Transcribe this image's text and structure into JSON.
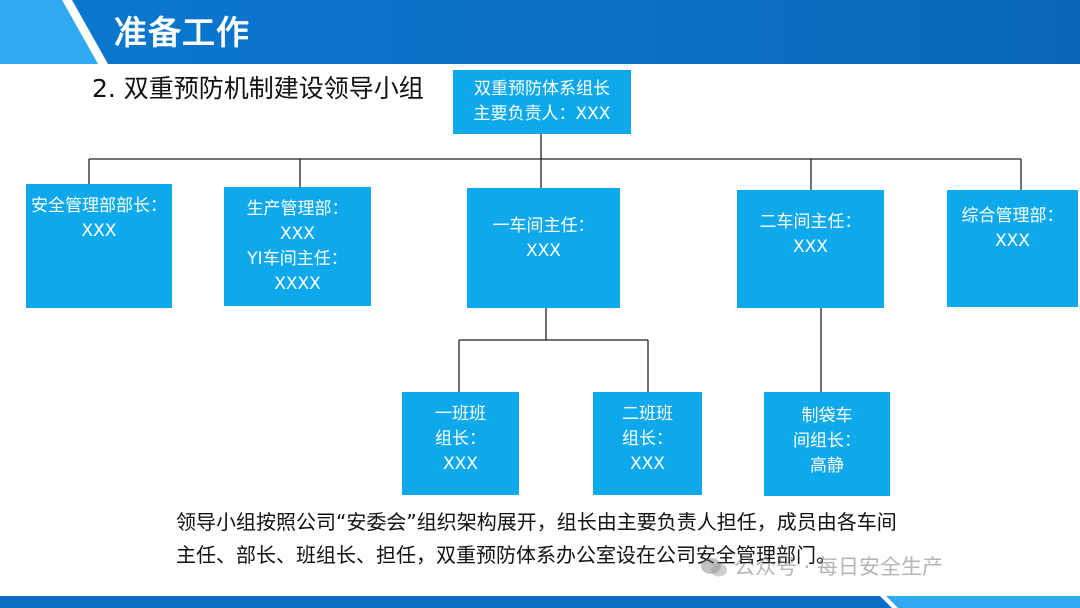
{
  "header": {
    "title": "准备工作"
  },
  "subtitle": "2. 双重预防机制建设领导小组",
  "org_chart": {
    "root": {
      "lines": [
        "双重预防体系组长",
        "主要负责人：XXX"
      ]
    },
    "level1": [
      {
        "lines": [
          "安全管理部部长：",
          "XXX"
        ]
      },
      {
        "lines": [
          "生产管理部：",
          "XXX",
          "YI车间主任：",
          "XXXX"
        ]
      },
      {
        "lines": [
          "一车间主任：",
          "XXX"
        ]
      },
      {
        "lines": [
          "二车间主任：",
          "XXX"
        ]
      },
      {
        "lines": [
          "综合管理部：",
          "XXX"
        ]
      }
    ],
    "level2": [
      {
        "lines": [
          "一班班",
          "组长：",
          "XXX"
        ]
      },
      {
        "lines": [
          "二班班",
          "组长：",
          "XXX"
        ]
      },
      {
        "lines": [
          "制袋车",
          "间组长：",
          "高静"
        ]
      }
    ]
  },
  "description": [
    "领导小组按照公司“安委会”组织架构展开，组长由主要负责人担任，成员由各车间",
    "主任、部长、班组长、担任，双重预防体系办公室设在公司安全管理部门。"
  ],
  "watermark": "公众号 · 每日安全生产",
  "colors": {
    "banner": "#0a7fd6",
    "banner_light": "#2fa9f0",
    "node_fill": "#0ea9ec",
    "connector": "#222222"
  }
}
